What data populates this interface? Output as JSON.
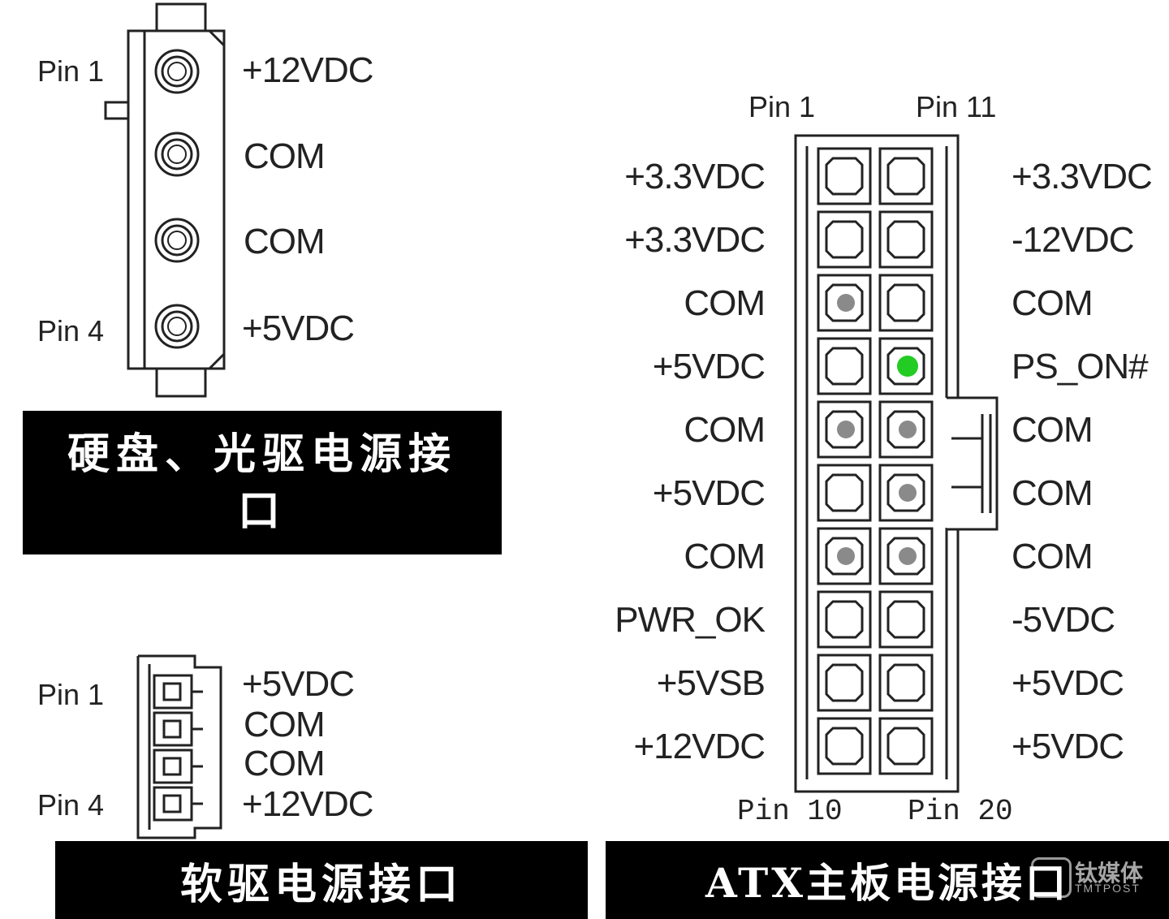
{
  "molex": {
    "pin_start": "Pin 1",
    "pin_end": "Pin 4",
    "pins": [
      "+12VDC",
      "COM",
      "COM",
      "+5VDC"
    ],
    "banner": "硬盘、光驱电源接口"
  },
  "floppy": {
    "pin_start": "Pin 1",
    "pin_end": "Pin 4",
    "pins": [
      "+5VDC",
      "COM",
      "COM",
      "+12VDC"
    ],
    "banner": "软驱电源接口"
  },
  "atx": {
    "pin_top_left": "Pin 1",
    "pin_top_right": "Pin 11",
    "pin_bottom_left": "Pin 10",
    "pin_bottom_right": "Pin 20",
    "left_pins": [
      "+3.3VDC",
      "+3.3VDC",
      "COM",
      "+5VDC",
      "COM",
      "+5VDC",
      "COM",
      "PWR_OK",
      "+5VSB",
      "+12VDC"
    ],
    "right_pins": [
      "+3.3VDC",
      "-12VDC",
      "COM",
      "PS_ON#",
      "COM",
      "COM",
      "COM",
      "-5VDC",
      "+5VDC",
      "+5VDC"
    ],
    "banner": "ATX主板电源接口",
    "highlight_color": "#22cc22",
    "filled_color": "#8a8a8a"
  },
  "watermark": {
    "text": "钛媒体",
    "subtext": "TMTPOST"
  }
}
